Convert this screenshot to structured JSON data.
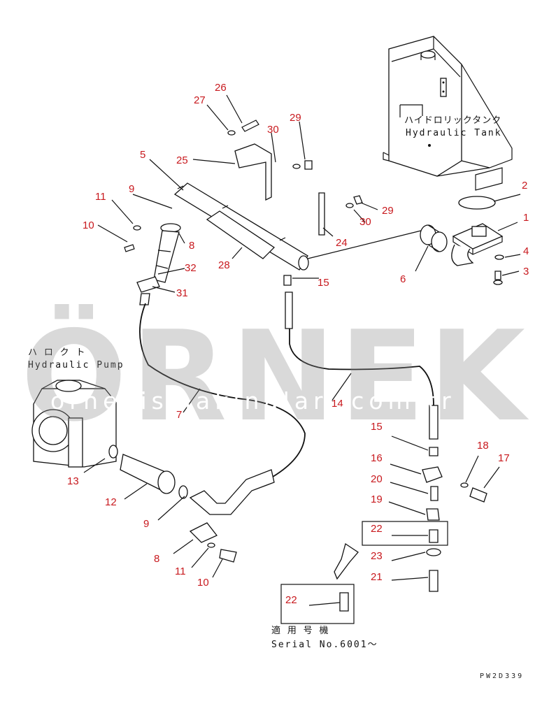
{
  "tank_label": {
    "jp": "ハイドロリックタンク",
    "en": "Hydraulic Tank"
  },
  "pump_label": {
    "jp": "ハ  ロ   ク ト",
    "en": "Hydraulic Pump"
  },
  "serial_note": {
    "jp": "適 用 号 機",
    "en": "Serial No.6001～"
  },
  "drawing_code": "PW2D339",
  "watermark": {
    "brand": "ÖRNEK",
    "url": "ornekismakinalari.com.tr"
  },
  "callouts": {
    "n1": "1",
    "n2": "2",
    "n3": "3",
    "n4": "4",
    "n5": "5",
    "n6": "6",
    "n7": "7",
    "n8a": "8",
    "n8b": "8",
    "n9a": "9",
    "n9b": "9",
    "n10a": "10",
    "n10b": "10",
    "n11a": "11",
    "n11b": "11",
    "n12": "12",
    "n13": "13",
    "n14": "14",
    "n15a": "15",
    "n15b": "15",
    "n16": "16",
    "n17": "17",
    "n18": "18",
    "n19": "19",
    "n20": "20",
    "n21": "21",
    "n22a": "22",
    "n22b": "22",
    "n23": "23",
    "n24": "24",
    "n25": "25",
    "n26": "26",
    "n27": "27",
    "n28": "28",
    "n29a": "29",
    "n29b": "29",
    "n30a": "30",
    "n30b": "30",
    "n31": "31",
    "n32": "32"
  },
  "colors": {
    "callout": "#c8191e",
    "line": "#111111",
    "watermark": "#8a8a8a",
    "accent": "#f5d97a"
  }
}
